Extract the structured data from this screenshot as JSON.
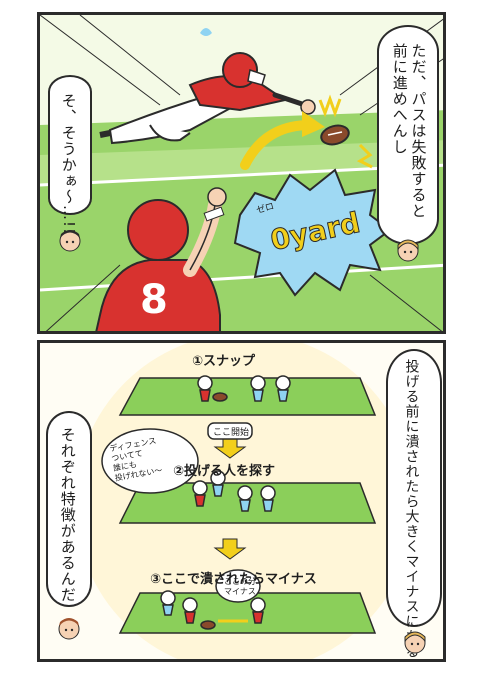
{
  "panel1": {
    "bubble_right": "ただ、パスは失敗すると\n前に進めへんし",
    "bubble_left": "そ、そうかぁ〜…!!",
    "yard_label": "0yard",
    "yard_ruby": "ゼロ",
    "jersey_number": "8"
  },
  "panel2": {
    "bubble_right": "投げる前に潰されたら大きくマイナスになる",
    "bubble_left": "それぞれ特徴があるんだ",
    "step1": "①スナップ",
    "step1_note": "ここ開始",
    "step2": "②投げる人を探す",
    "step2_thought": "ディフェンス\nついてて\n誰にも\n投げれない〜",
    "step3": "③ここで潰されたらマイナス",
    "step3_note": "ここの分\nマイナス"
  },
  "colors": {
    "red": "#d8322f",
    "field_green": "#8bcf5a",
    "yellow": "#f2cf1b",
    "sky": "#8fd3f2"
  }
}
